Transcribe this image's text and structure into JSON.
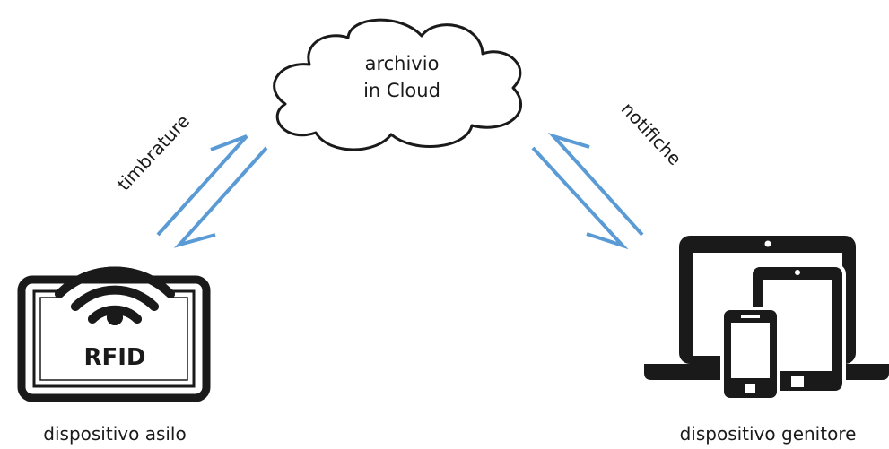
{
  "cloud": {
    "line1": "archivio",
    "line2": "in Cloud"
  },
  "arrows": {
    "left_label": "timbrature",
    "right_label": "notifiche",
    "color": "#5b9bd5"
  },
  "rfid_device": {
    "badge_text": "RFID",
    "caption": "dispositivo asilo"
  },
  "parent_devices": {
    "caption": "dispositivo genitore"
  },
  "colors": {
    "ink": "#1a1a1a",
    "arrow": "#5b9bd5",
    "background": "#ffffff"
  }
}
